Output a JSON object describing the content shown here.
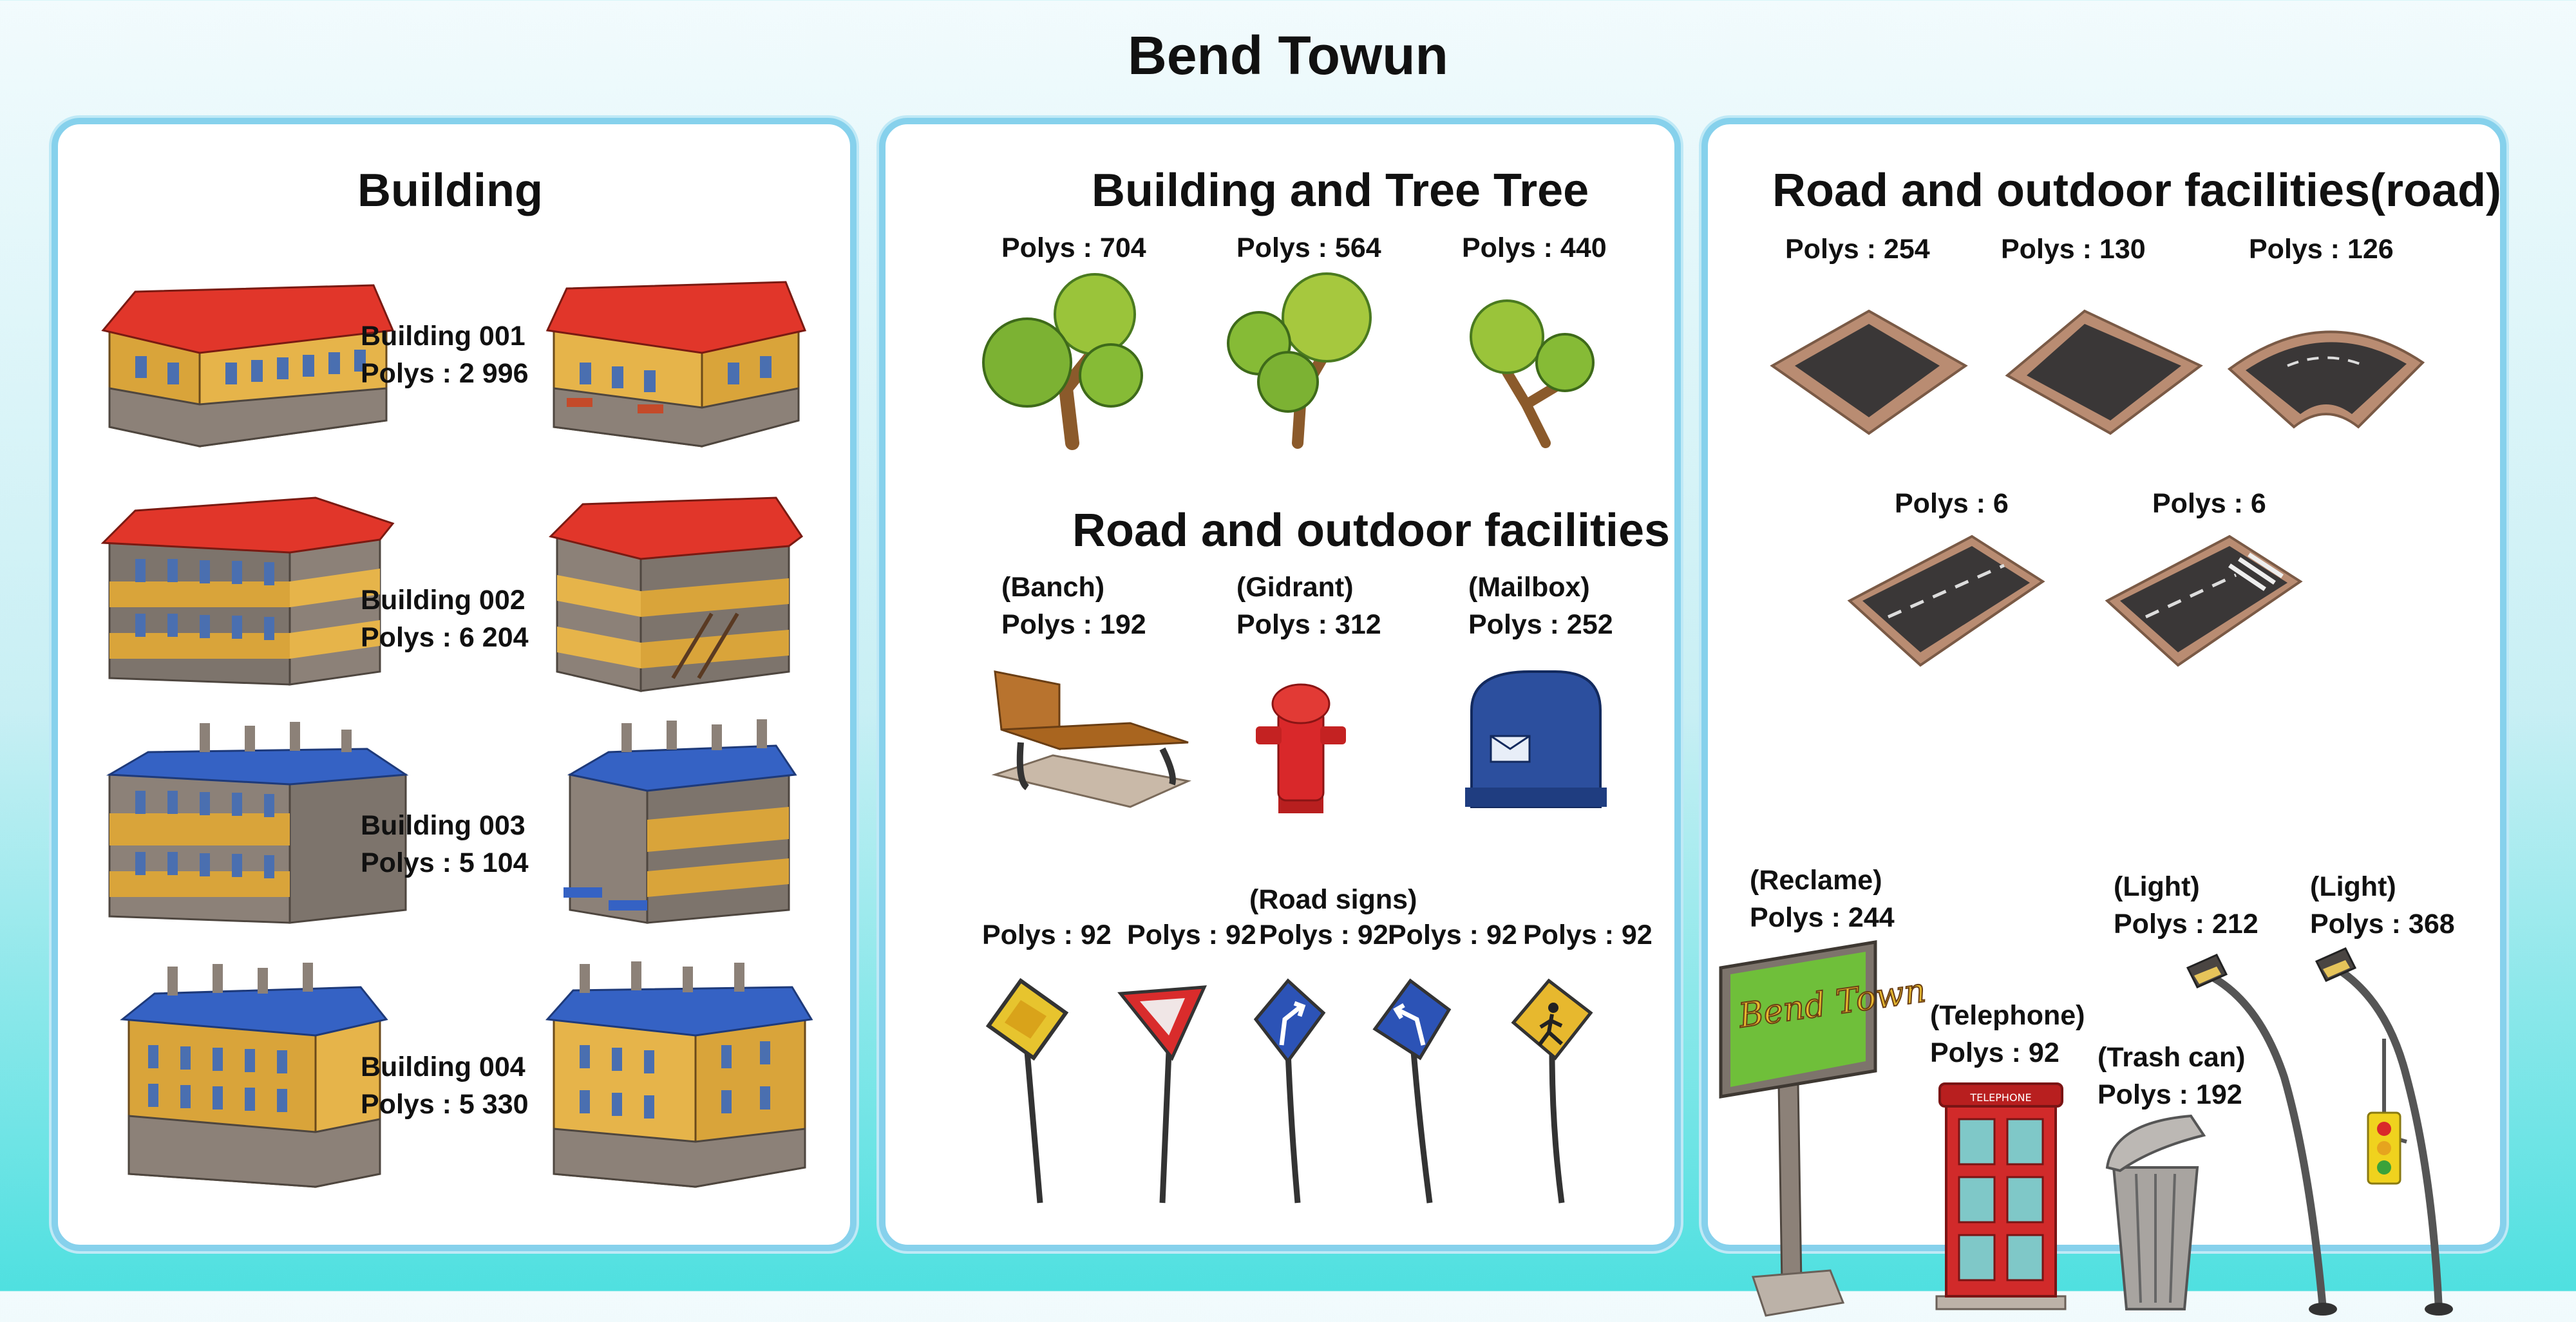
{
  "title": "Bend Towun",
  "buildings": {
    "title": "Building",
    "items": [
      {
        "name": "Building 001",
        "polys": "Polys :  2 996",
        "roof_color": "#e1362a"
      },
      {
        "name": "Building 002",
        "polys": "Polys :  6 204",
        "roof_color": "#e1362a"
      },
      {
        "name": "Building 003",
        "polys": "Polys :  5 104",
        "roof_color": "#3562c4"
      },
      {
        "name": "Building 004",
        "polys": "Polys :  5 330",
        "roof_color": "#3562c4"
      }
    ]
  },
  "trees": {
    "title": "Building and Tree Tree",
    "polys": [
      "Polys :  704",
      "Polys : 564",
      "Polys : 440"
    ]
  },
  "facilities": {
    "title": "Road and outdoor  facilities",
    "items": [
      {
        "name": "(Banch)",
        "polys": "Polys :  192"
      },
      {
        "name": "(Gidrant)",
        "polys": "Polys :  312"
      },
      {
        "name": "(Mailbox)",
        "polys": "Polys :  252"
      }
    ],
    "road_signs": {
      "label": "(Road signs)",
      "polys": [
        "Polys :  92",
        "Polys :  92",
        "Polys :  92",
        "Polys :  92",
        "Polys :  92"
      ]
    }
  },
  "road": {
    "title": "Road and outdoor  facilities(road)",
    "tiles_polys": [
      "Polys :  254",
      "Polys :  130",
      "Polys : 126",
      "Polys : 6",
      "Polys : 6"
    ],
    "billboard_text": "Bend Town",
    "telephone_sign": "TELEPHONE",
    "items": [
      {
        "name": "(Reclame)",
        "polys": "Polys :  244"
      },
      {
        "name": "(Telephone)",
        "polys": "Polys :  92"
      },
      {
        "name": "(Trash can)",
        "polys": "Polys :  192"
      },
      {
        "name": "(Light)",
        "polys": "Polys :  212"
      },
      {
        "name": "(Light)",
        "polys": "Polys :  368"
      }
    ]
  }
}
